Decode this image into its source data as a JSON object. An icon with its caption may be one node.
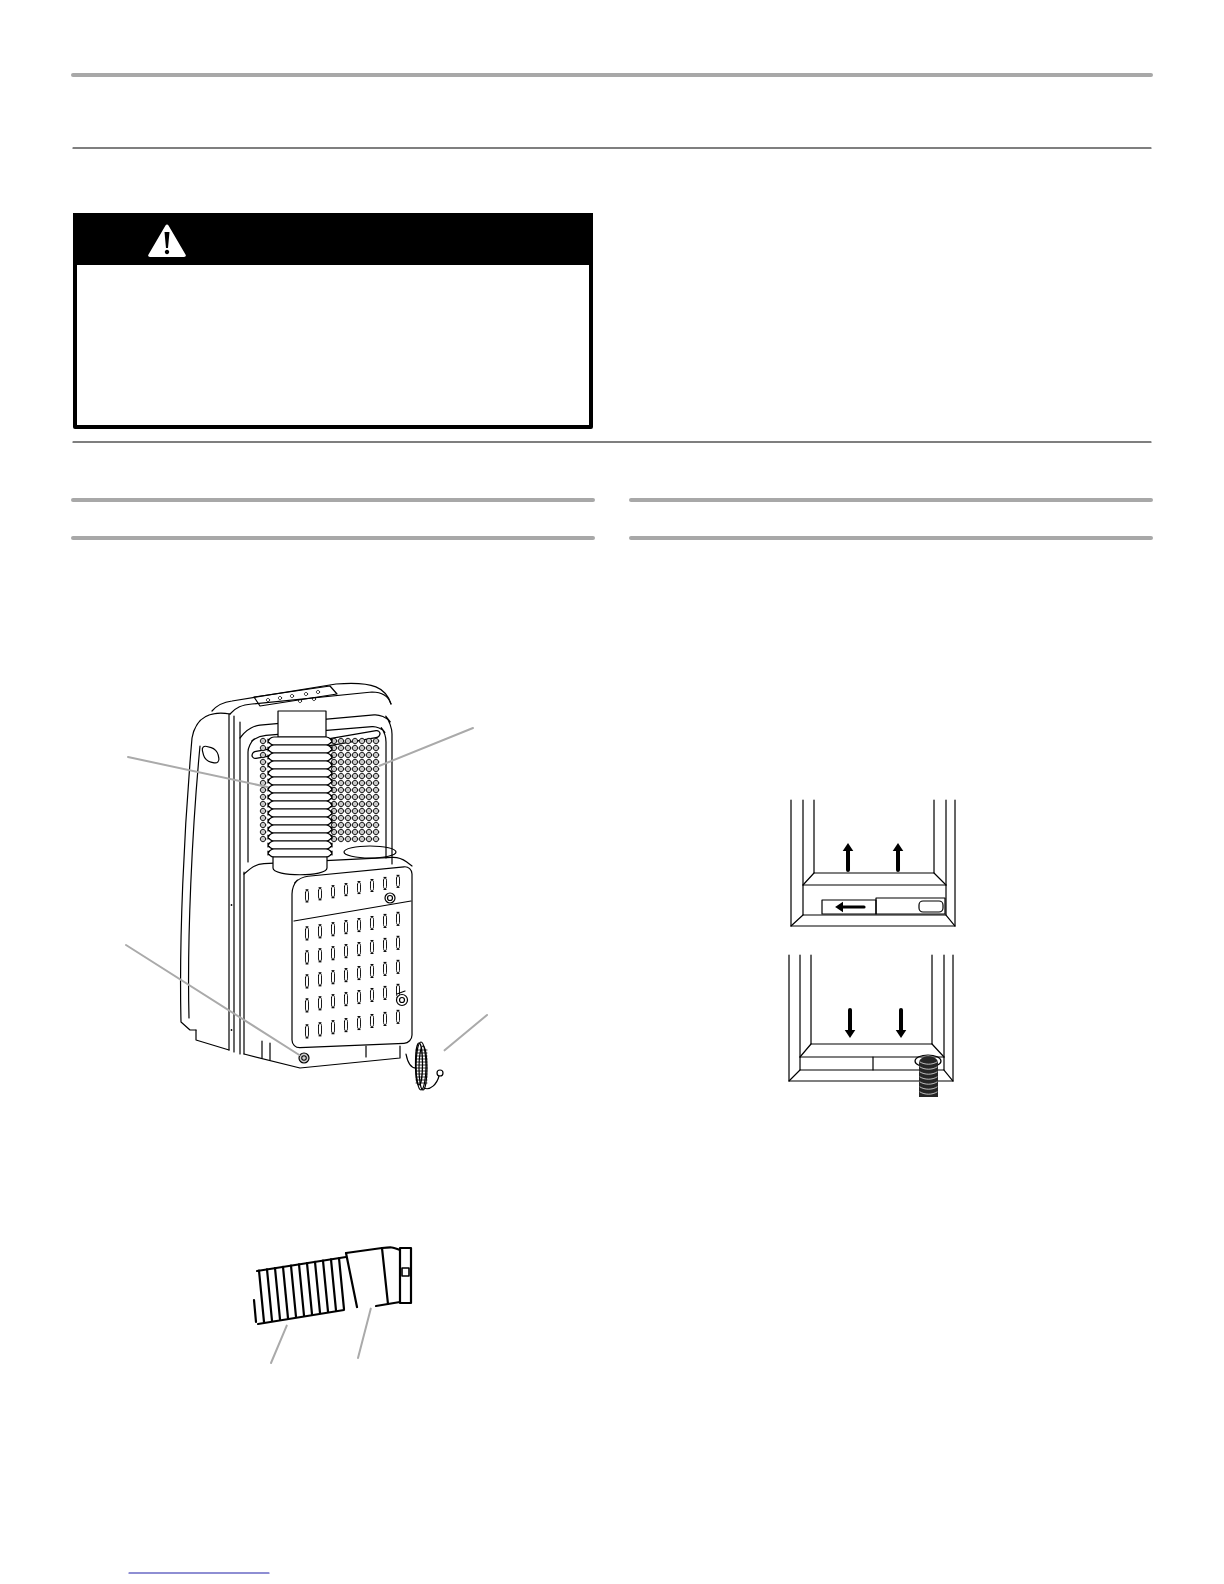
{
  "diagram": {
    "nodes": [
      {
        "text": [],
        "shape": "picture"
      },
      {
        "text": [],
        "shape": "picture"
      },
      {
        "text": [],
        "shape": "circle"
      },
      {
        "text": [],
        "shape": "picture"
      },
      {
        "text": [],
        "shape": "picture"
      },
      {
        "text": [],
        "shape": "picture"
      }
    ],
    "edges": [
      {
        "from": null,
        "to": 0,
        "arrow": "none"
      },
      {
        "from": null,
        "to": 1,
        "arrow": "none"
      },
      {
        "from": null,
        "to": 2,
        "arrow": "none"
      },
      {
        "from": null,
        "to": 3,
        "arrow": "none"
      },
      {
        "from": null,
        "to": 4,
        "arrow": "none"
      },
      {
        "from": null,
        "to": 5,
        "arrow": "none"
      }
    ]
  }
}
